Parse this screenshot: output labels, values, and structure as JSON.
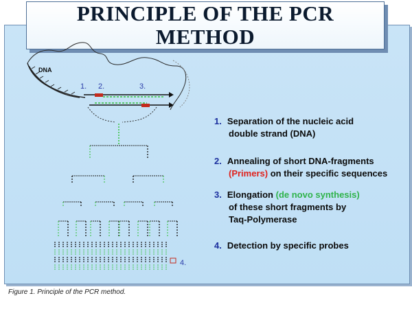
{
  "title": {
    "line1": "PRINCIPLE OF THE PCR",
    "line2": "METHOD"
  },
  "diagram": {
    "dna_label": "DNA",
    "markers": [
      "1.",
      "2.",
      "3.",
      "4."
    ]
  },
  "steps": [
    {
      "num": "1.",
      "parts": [
        [
          "Separation of the nucleic acid",
          ""
        ]
      ],
      "line2": [
        [
          "double strand (DNA)",
          ""
        ]
      ]
    },
    {
      "num": "2.",
      "parts": [
        [
          "Annealing of short DNA-fragments",
          ""
        ]
      ],
      "line2": [
        [
          "(Primers)",
          "red"
        ],
        [
          " on their specific sequences",
          ""
        ]
      ]
    },
    {
      "num": "3.",
      "parts": [
        [
          "Elongation ",
          ""
        ],
        [
          "(de novo synthesis)",
          "green"
        ]
      ],
      "line2": [
        [
          "of these short fragments by",
          ""
        ]
      ],
      "line3": [
        [
          "Taq-Polymerase",
          ""
        ]
      ]
    },
    {
      "num": "4.",
      "parts": [
        [
          "Detection by specific probes",
          ""
        ]
      ],
      "line2": []
    }
  ],
  "caption": "Figure 1. Principle of the PCR method.",
  "colors": {
    "background": "#c4e1f6",
    "step_number": "#1b2f9e",
    "primer_red": "#e0211c",
    "synthesis_green": "#2fb34a",
    "strand_green": "#58c96b"
  }
}
